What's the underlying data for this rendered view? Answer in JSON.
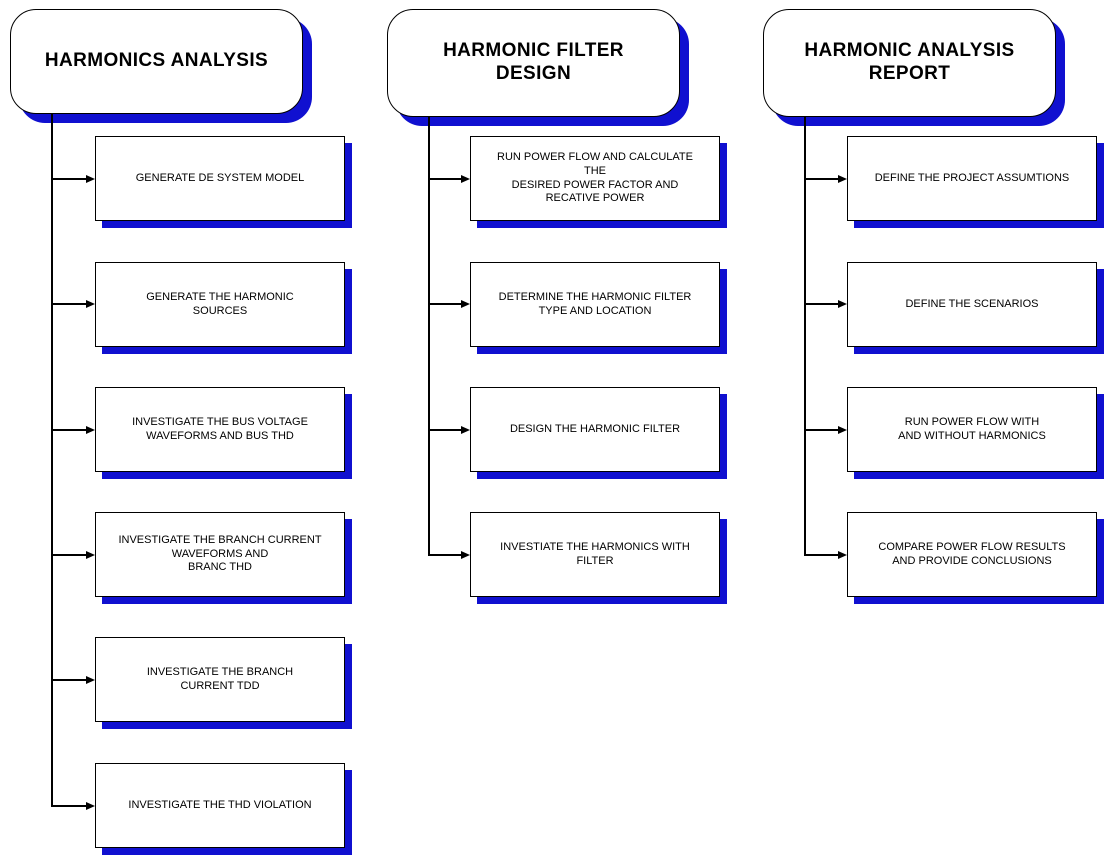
{
  "columns": [
    {
      "title": "HARMONICS ANALYSIS",
      "steps": [
        "GENERATE DE SYSTEM MODEL",
        "GENERATE THE HARMONIC\nSOURCES",
        "INVESTIGATE THE BUS VOLTAGE\nWAVEFORMS AND BUS THD",
        "INVESTIGATE THE BRANCH CURRENT\nWAVEFORMS AND\nBRANC THD",
        "INVESTIGATE THE BRANCH\nCURRENT TDD",
        "INVESTIGATE THE THD VIOLATION"
      ]
    },
    {
      "title": "HARMONIC FILTER\nDESIGN",
      "steps": [
        "RUN POWER FLOW AND CALCULATE\nTHE\nDESIRED POWER FACTOR AND\nRECATIVE POWER",
        "DETERMINE THE HARMONIC FILTER\nTYPE AND LOCATION",
        "DESIGN THE HARMONIC FILTER",
        "INVESTIATE THE HARMONICS WITH\nFILTER"
      ]
    },
    {
      "title": "HARMONIC ANALYSIS\nREPORT",
      "steps": [
        "DEFINE THE PROJECT ASSUMTIONS",
        "DEFINE THE SCENARIOS",
        "RUN POWER FLOW WITH\nAND WITHOUT HARMONICS",
        "COMPARE POWER FLOW RESULTS\nAND PROVIDE CONCLUSIONS"
      ]
    }
  ],
  "colors": {
    "shadow": "#1010d0",
    "line": "#000000",
    "background": "#ffffff"
  }
}
